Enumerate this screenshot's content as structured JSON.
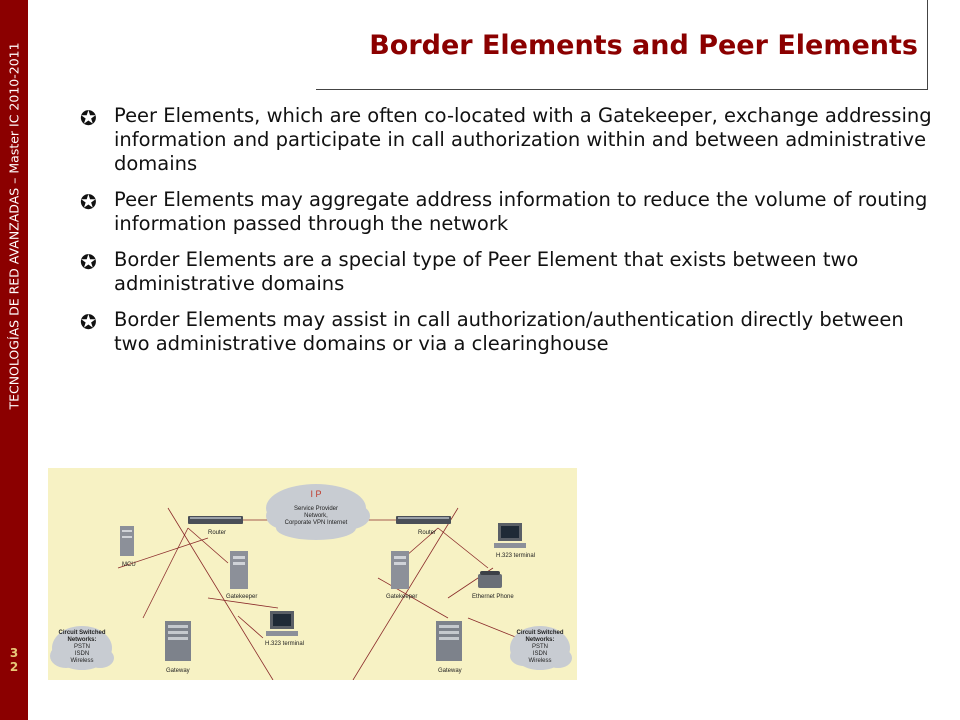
{
  "sidebar": {
    "vertical_text": "TECNOLOGÍAS DE RED AVANZADAS – Master IC 2010-2011",
    "page_number_line1": "3",
    "page_number_line2": "2"
  },
  "title": "Border Elements and Peer Elements",
  "bullets": [
    {
      "text": "Peer Elements, which are often co-located with a Gatekeeper, exchange addressing information and participate in call authorization within and between administrative domains"
    },
    {
      "text": "Peer Elements may aggregate address information to reduce the volume of routing information passed through the network"
    },
    {
      "text": "Border Elements are a special type of Peer Element that exists between two administrative domains"
    },
    {
      "text": "Border Elements may assist in call authorization/authentication directly between two administrative domains or via a clearinghouse"
    }
  ],
  "bullet_icon": "square-bullet-icon",
  "colors": {
    "accent": "#8b0000",
    "diagram_bg": "#f7f2c4",
    "cloud": "#c8ccd2",
    "ip_label": "#c0392b"
  },
  "diagram": {
    "ip_label": "I P",
    "cloud_lines": [
      "Service Provider",
      "Network,",
      "Corporate VPN Internet"
    ],
    "router_left": "Router",
    "router_right": "Router",
    "mcu": "MCU",
    "gatekeeper_left": "Gatekeeper",
    "gatekeeper_right": "Gatekeeper",
    "h323_terminal_left": "H.323 terminal",
    "h323_terminal_right": "H.323 terminal",
    "ethernet_phone": "Ethernet Phone",
    "gateway_left": "Gateway",
    "gateway_right": "Gateway",
    "csn_left": [
      "Circuit Switched",
      "Networks:",
      "PSTN",
      "ISDN",
      "Wireless"
    ],
    "csn_right": [
      "Circuit Switched",
      "Networks:",
      "PSTN",
      "ISDN",
      "Wireless"
    ]
  }
}
